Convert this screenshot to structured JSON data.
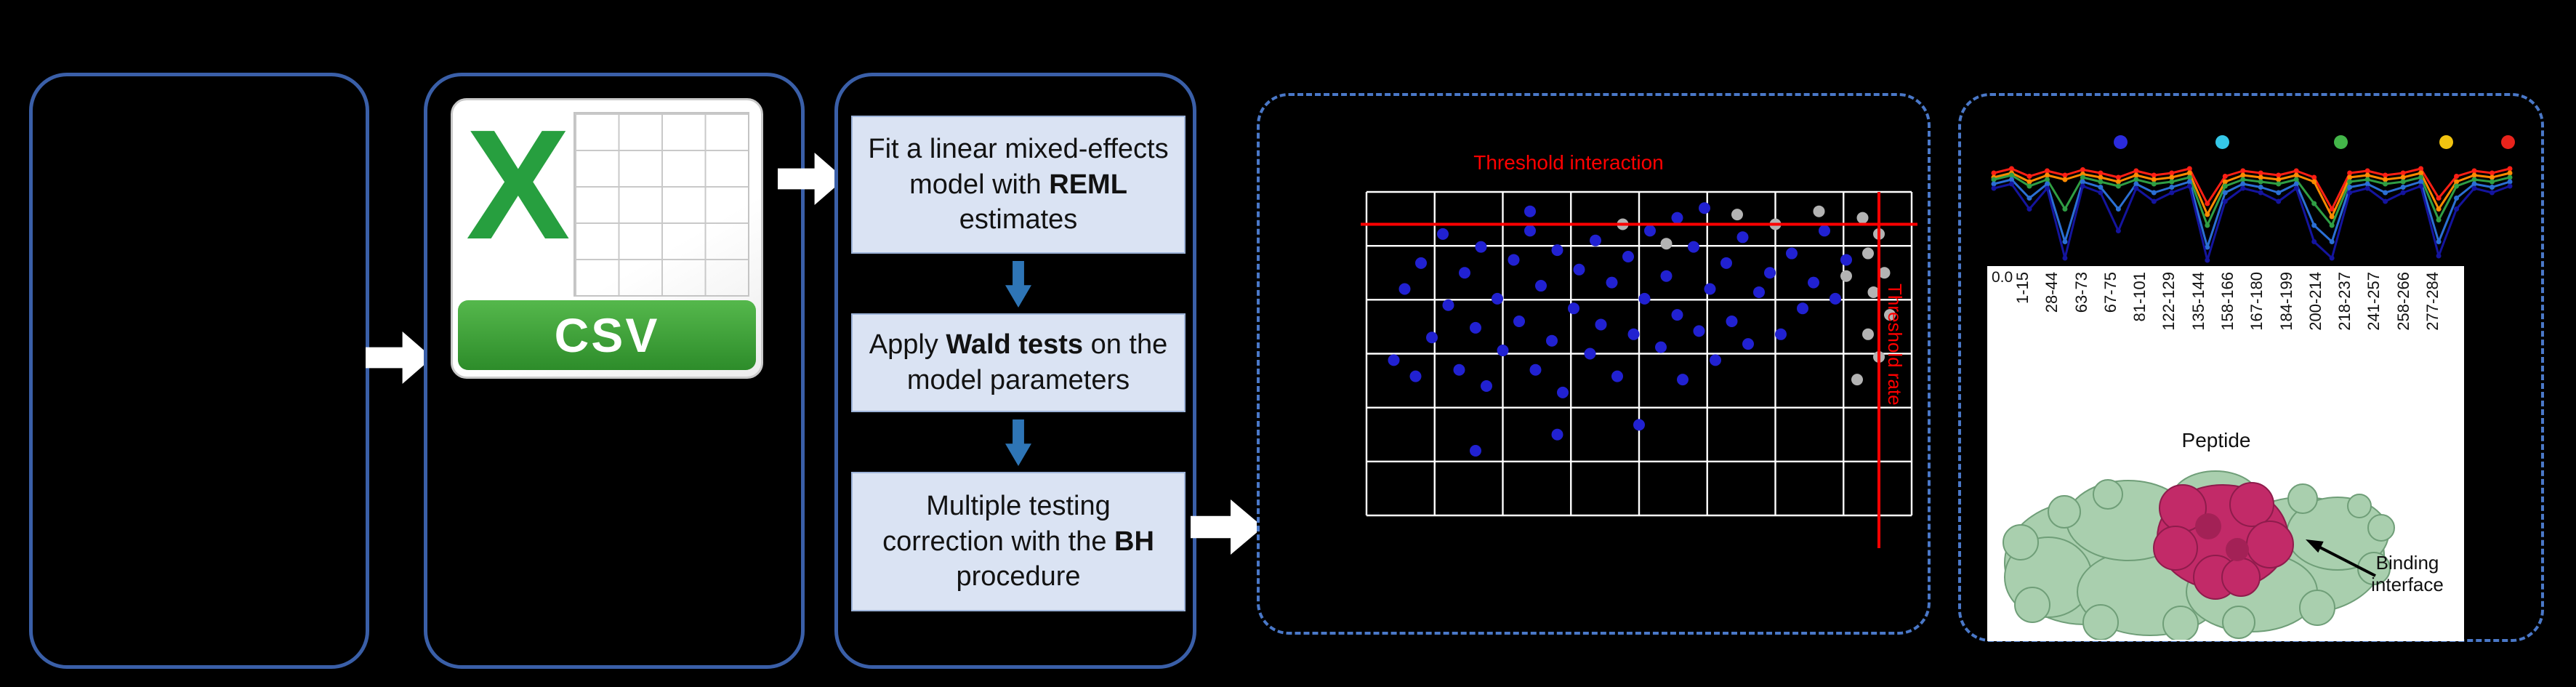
{
  "figure": {
    "csv_icon": {
      "x_letter": "X",
      "label": "CSV"
    },
    "steps": [
      {
        "pre": "Fit a linear mixed-effects model with ",
        "bold": "REML",
        "post": " estimates"
      },
      {
        "pre": "Apply ",
        "bold": "Wald tests",
        "post": " on the model parameters"
      },
      {
        "pre": "Multiple testing correction with the ",
        "bold": "BH",
        "post": " procedure"
      }
    ],
    "scatter": {
      "title": "Threshold interaction",
      "side_label": "Threshold rate",
      "grid": {
        "cols": 8,
        "rows": 6
      },
      "threshold_color": "#ff0000",
      "threshold_y_frac": 0.1,
      "threshold_x_frac": 0.94,
      "point_color_primary": "#2121d1",
      "point_color_secondary": "#b3b3b3",
      "points_primary": [
        [
          0.05,
          0.52
        ],
        [
          0.07,
          0.3
        ],
        [
          0.09,
          0.57
        ],
        [
          0.1,
          0.22
        ],
        [
          0.12,
          0.45
        ],
        [
          0.14,
          0.13
        ],
        [
          0.15,
          0.35
        ],
        [
          0.17,
          0.55
        ],
        [
          0.18,
          0.25
        ],
        [
          0.2,
          0.42
        ],
        [
          0.21,
          0.17
        ],
        [
          0.22,
          0.6
        ],
        [
          0.24,
          0.33
        ],
        [
          0.25,
          0.49
        ],
        [
          0.27,
          0.21
        ],
        [
          0.28,
          0.4
        ],
        [
          0.3,
          0.06
        ],
        [
          0.3,
          0.12
        ],
        [
          0.31,
          0.55
        ],
        [
          0.32,
          0.29
        ],
        [
          0.34,
          0.46
        ],
        [
          0.35,
          0.18
        ],
        [
          0.36,
          0.62
        ],
        [
          0.38,
          0.36
        ],
        [
          0.39,
          0.24
        ],
        [
          0.41,
          0.5
        ],
        [
          0.42,
          0.15
        ],
        [
          0.43,
          0.41
        ],
        [
          0.45,
          0.28
        ],
        [
          0.46,
          0.57
        ],
        [
          0.48,
          0.2
        ],
        [
          0.49,
          0.44
        ],
        [
          0.51,
          0.33
        ],
        [
          0.52,
          0.12
        ],
        [
          0.54,
          0.48
        ],
        [
          0.55,
          0.26
        ],
        [
          0.57,
          0.08
        ],
        [
          0.57,
          0.38
        ],
        [
          0.58,
          0.58
        ],
        [
          0.6,
          0.17
        ],
        [
          0.61,
          0.43
        ],
        [
          0.62,
          0.05
        ],
        [
          0.63,
          0.3
        ],
        [
          0.64,
          0.52
        ],
        [
          0.66,
          0.22
        ],
        [
          0.67,
          0.4
        ],
        [
          0.69,
          0.14
        ],
        [
          0.7,
          0.47
        ],
        [
          0.72,
          0.31
        ],
        [
          0.74,
          0.25
        ],
        [
          0.76,
          0.44
        ],
        [
          0.78,
          0.19
        ],
        [
          0.8,
          0.36
        ],
        [
          0.82,
          0.28
        ],
        [
          0.84,
          0.12
        ],
        [
          0.86,
          0.33
        ],
        [
          0.88,
          0.21
        ],
        [
          0.35,
          0.75
        ],
        [
          0.2,
          0.8
        ],
        [
          0.5,
          0.72
        ]
      ],
      "points_secondary": [
        [
          0.91,
          0.08
        ],
        [
          0.94,
          0.13
        ],
        [
          0.92,
          0.19
        ],
        [
          0.95,
          0.25
        ],
        [
          0.93,
          0.31
        ],
        [
          0.96,
          0.38
        ],
        [
          0.92,
          0.44
        ],
        [
          0.94,
          0.51
        ],
        [
          0.9,
          0.58
        ],
        [
          0.75,
          0.1
        ],
        [
          0.68,
          0.07
        ],
        [
          0.55,
          0.16
        ],
        [
          0.47,
          0.1
        ],
        [
          0.83,
          0.06
        ],
        [
          0.88,
          0.26
        ]
      ]
    },
    "profile": {
      "ytick": "0.0",
      "xlabel": "Peptide",
      "x_labels": [
        "1-15",
        "28-44",
        "63-73",
        "67-75",
        "81-101",
        "122-129",
        "135-144",
        "158-166",
        "167-180",
        "184-199",
        "200-214",
        "218-237",
        "241-257",
        "258-266",
        "277-284"
      ],
      "legend_dot_colors": [
        "#2b2bdd",
        "#35c8e8",
        "#43b649",
        "#f2c410",
        "#e8231c"
      ],
      "series": [
        {
          "name": "series-red",
          "color": "#ff1f14",
          "values": [
            0.88,
            0.92,
            0.85,
            0.9,
            0.86,
            0.91,
            0.88,
            0.84,
            0.9,
            0.86,
            0.88,
            0.92,
            0.6,
            0.85,
            0.9,
            0.88,
            0.86,
            0.9,
            0.84,
            0.55,
            0.88,
            0.9,
            0.86,
            0.88,
            0.92,
            0.65,
            0.85,
            0.9,
            0.88,
            0.92
          ]
        },
        {
          "name": "series-orange",
          "color": "#ff8a00",
          "values": [
            0.84,
            0.88,
            0.8,
            0.86,
            0.82,
            0.87,
            0.84,
            0.8,
            0.86,
            0.82,
            0.84,
            0.88,
            0.5,
            0.8,
            0.86,
            0.84,
            0.82,
            0.86,
            0.8,
            0.48,
            0.84,
            0.86,
            0.82,
            0.84,
            0.88,
            0.55,
            0.8,
            0.86,
            0.84,
            0.88
          ]
        },
        {
          "name": "series-green",
          "color": "#2f9e44",
          "values": [
            0.82,
            0.86,
            0.76,
            0.82,
            0.55,
            0.84,
            0.8,
            0.76,
            0.82,
            0.78,
            0.8,
            0.84,
            0.4,
            0.76,
            0.82,
            0.8,
            0.78,
            0.82,
            0.6,
            0.4,
            0.8,
            0.82,
            0.78,
            0.8,
            0.84,
            0.45,
            0.76,
            0.82,
            0.8,
            0.84
          ]
        },
        {
          "name": "series-blue",
          "color": "#2b6fd4",
          "values": [
            0.78,
            0.82,
            0.65,
            0.78,
            0.25,
            0.8,
            0.75,
            0.55,
            0.78,
            0.7,
            0.75,
            0.8,
            0.2,
            0.7,
            0.78,
            0.75,
            0.7,
            0.78,
            0.4,
            0.25,
            0.75,
            0.78,
            0.7,
            0.75,
            0.8,
            0.25,
            0.65,
            0.78,
            0.75,
            0.8
          ]
        },
        {
          "name": "series-navy",
          "color": "#14149e",
          "values": [
            0.74,
            0.78,
            0.55,
            0.74,
            0.1,
            0.76,
            0.7,
            0.35,
            0.74,
            0.62,
            0.7,
            0.76,
            0.08,
            0.62,
            0.74,
            0.7,
            0.62,
            0.74,
            0.25,
            0.1,
            0.7,
            0.74,
            0.62,
            0.7,
            0.76,
            0.12,
            0.55,
            0.74,
            0.7,
            0.76
          ]
        }
      ]
    },
    "protein": {
      "annotation": "Binding interface"
    }
  }
}
